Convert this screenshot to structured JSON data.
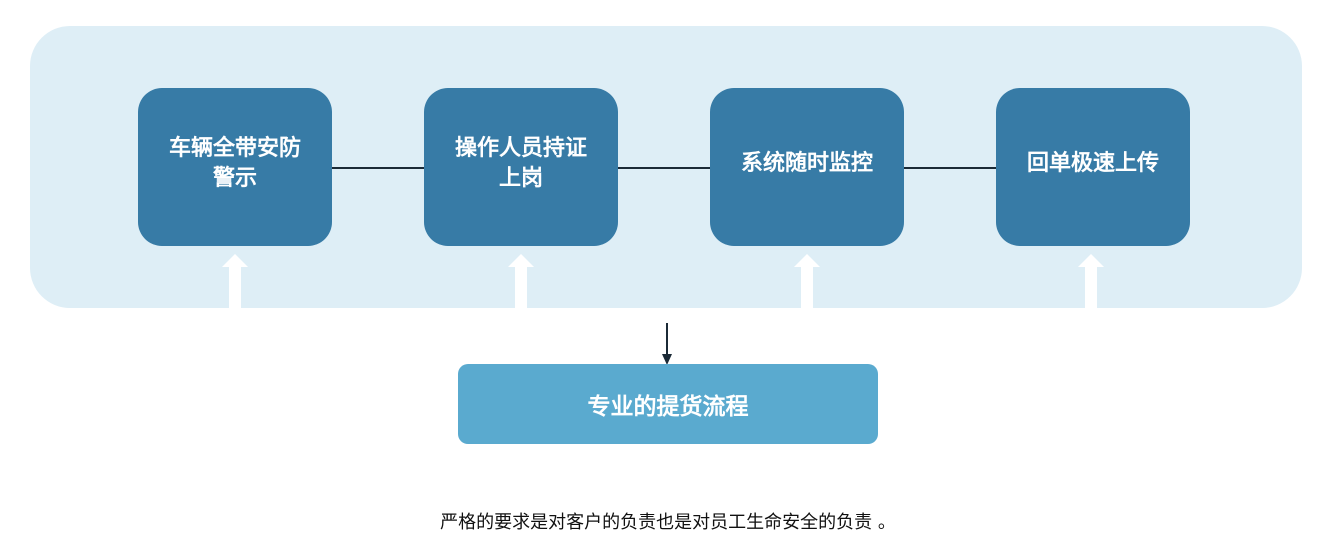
{
  "diagram": {
    "steps": [
      {
        "label": "车辆全带安防警示"
      },
      {
        "label": "操作人员持证上岗"
      },
      {
        "label": "系统随时监控"
      },
      {
        "label": "回单极速上传"
      }
    ],
    "process_label": "专业的提货流程",
    "caption": "严格的要求是对客户的负责也是对员工生命安全的负责 。"
  },
  "colors": {
    "panel_background": "#deeef6",
    "step_box": "#377ba6",
    "process_box": "#5aaacf",
    "connector_line": "#1b2a36",
    "arrow_fill": "#ffffff"
  }
}
